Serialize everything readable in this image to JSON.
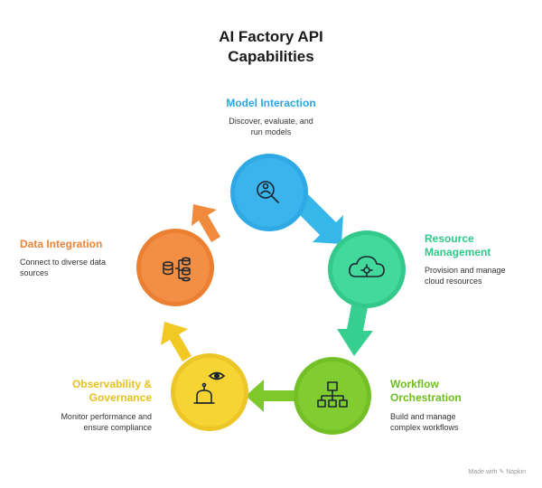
{
  "title": {
    "line1": "AI Factory API",
    "line2": "Capabilities"
  },
  "nodes": [
    {
      "label": "Model Interaction",
      "desc1": "Discover, evaluate, and",
      "desc2": "run models",
      "color": "#2fa9e6",
      "icon": "model-search-icon"
    },
    {
      "label1": "Resource",
      "label2": "Management",
      "desc1": "Provision and manage",
      "desc2": "cloud resources",
      "color": "#3fd69a",
      "icon": "cloud-gear-icon"
    },
    {
      "label1": "Workflow",
      "label2": "Orchestration",
      "desc1": "Build and manage",
      "desc2": "complex workflows",
      "color": "#79c82a",
      "icon": "hierarchy-icon"
    },
    {
      "label1": "Observability &",
      "label2": "Governance",
      "desc1": "Monitor performance and",
      "desc2": "ensure compliance",
      "color": "#f2cf2a",
      "icon": "eye-robot-icon"
    },
    {
      "label": "Data Integration",
      "desc1": "Connect to diverse data",
      "desc2": "sources",
      "color": "#f08a3c",
      "icon": "database-icon"
    }
  ],
  "watermark": "Made with ✎ Napkin"
}
